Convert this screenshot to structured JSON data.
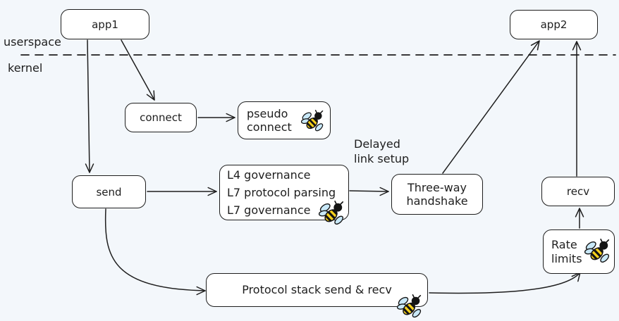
{
  "diagram": {
    "background_color": "#f3f7fb",
    "stroke_color": "#1e1e1e",
    "node_fill_color": "#ffffff",
    "bee_icon_colors": {
      "wing": "#c8e8f8",
      "body": "#f7d21e",
      "head": "#141414"
    }
  },
  "annotations": {
    "userspace": "userspace",
    "kernel": "kernel",
    "delayed_line1": "Delayed",
    "delayed_line2": "link setup"
  },
  "nodes": {
    "app1": {
      "label": "app1"
    },
    "app2": {
      "label": "app2"
    },
    "connect": {
      "label": "connect"
    },
    "pseudo_connect": {
      "line1": "pseudo",
      "line2": "connect"
    },
    "send": {
      "label": "send"
    },
    "governance": {
      "line1": "L4 governance",
      "line2": "L7 protocol parsing",
      "line3": "L7 governance"
    },
    "three_way_handshake": {
      "line1": "Three-way",
      "line2": "handshake"
    },
    "recv": {
      "label": "recv"
    },
    "rate_limits": {
      "line1": "Rate",
      "line2": "limits"
    },
    "protocol_stack": {
      "label": "Protocol stack send & recv"
    }
  }
}
